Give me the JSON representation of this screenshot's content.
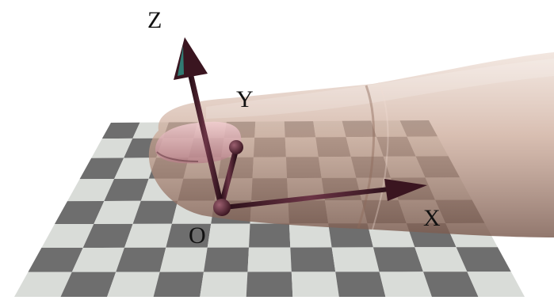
{
  "axes": {
    "z_label": "Z",
    "y_label": "Y",
    "x_label": "X",
    "origin_label": "O"
  },
  "board": {
    "light_color": "#d9dcd8",
    "dark_color": "#6e6e6e"
  },
  "finger": {
    "skin_color": "#c9a593",
    "nail_color": "#e6b3b7"
  },
  "arrow_color": "#4a1f2c"
}
